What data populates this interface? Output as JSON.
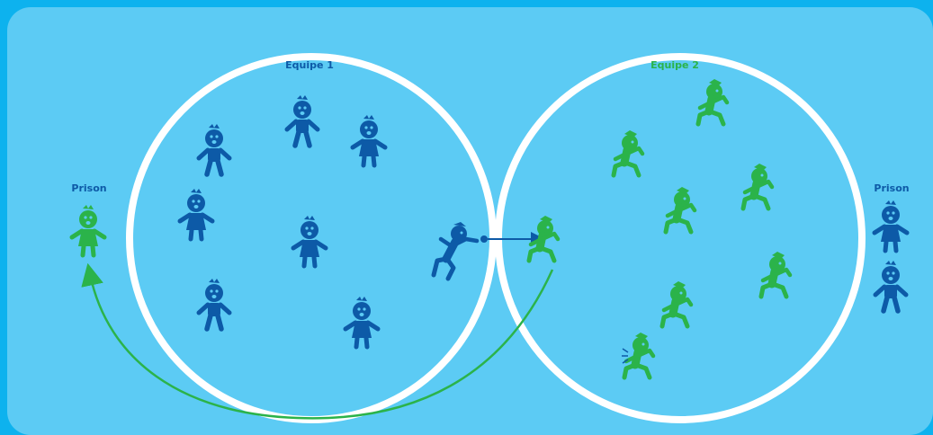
{
  "labels": {
    "team1": "Equipe 1",
    "team2": "Equipe 2",
    "prison_left": "Prison",
    "prison_right": "Prison"
  },
  "colors": {
    "frame": "#0db2ee",
    "field": "#5ccbf4",
    "circle_stroke": "#ffffff",
    "team1": "#0d5aa7",
    "team2": "#2bb34a",
    "team1_label": "#0d5aa7",
    "team2_label": "#2bb34a",
    "prison_label": "#0d5aa7"
  },
  "figures": {
    "team1": [
      {
        "kind": "standing-boy"
      },
      {
        "kind": "standing-boy"
      },
      {
        "kind": "standing-girl"
      },
      {
        "kind": "standing-girl"
      },
      {
        "kind": "standing-girl"
      },
      {
        "kind": "standing-boy"
      },
      {
        "kind": "standing-girl"
      },
      {
        "kind": "runner-throwing"
      }
    ],
    "team2": [
      {
        "kind": "runner"
      },
      {
        "kind": "runner"
      },
      {
        "kind": "runner"
      },
      {
        "kind": "runner"
      },
      {
        "kind": "runner"
      },
      {
        "kind": "runner"
      },
      {
        "kind": "runner"
      },
      {
        "kind": "runner-hit"
      }
    ],
    "prison_left": [
      {
        "kind": "standing-girl",
        "team": "team2"
      }
    ],
    "prison_right": [
      {
        "kind": "standing-girl",
        "team": "team1"
      },
      {
        "kind": "standing-boy",
        "team": "team1"
      }
    ]
  }
}
